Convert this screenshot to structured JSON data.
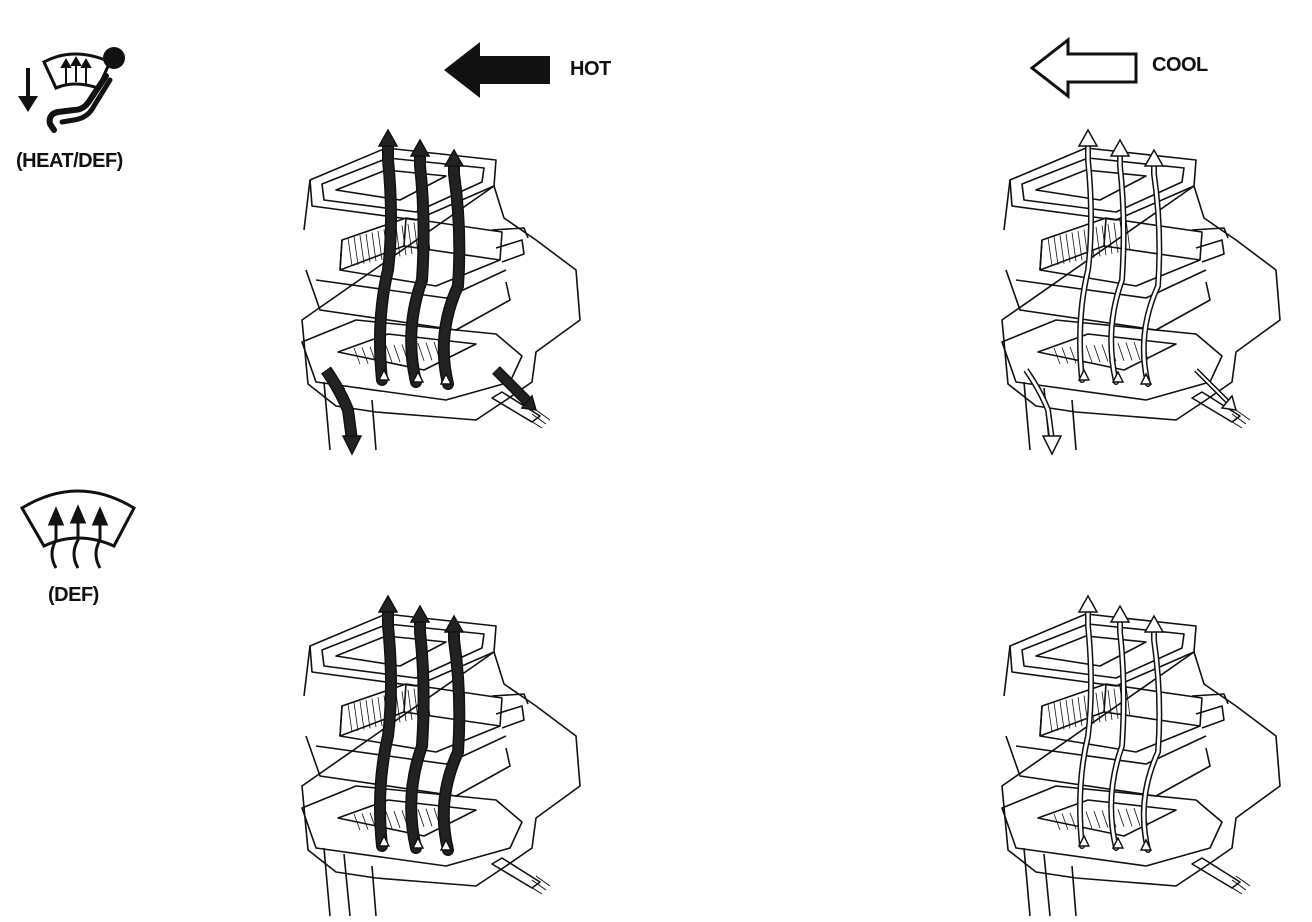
{
  "modes": [
    {
      "id": "heat-def",
      "label": "(HEAT/DEF)",
      "icon": "heat-def-icon"
    },
    {
      "id": "def",
      "label": "(DEF)",
      "icon": "defrost-icon"
    }
  ],
  "columns": [
    {
      "id": "hot",
      "label": "HOT",
      "arrow": "filled-left-arrow",
      "color": "#111111"
    },
    {
      "id": "cool",
      "label": "COOL",
      "arrow": "outline-left-arrow",
      "color": "#ffffff"
    }
  ],
  "diagrams": [
    {
      "mode": "heat-def",
      "column": "hot",
      "flow": "dark"
    },
    {
      "mode": "heat-def",
      "column": "cool",
      "flow": "light"
    },
    {
      "mode": "def",
      "column": "hot",
      "flow": "dark"
    },
    {
      "mode": "def",
      "column": "cool",
      "flow": "light"
    }
  ]
}
